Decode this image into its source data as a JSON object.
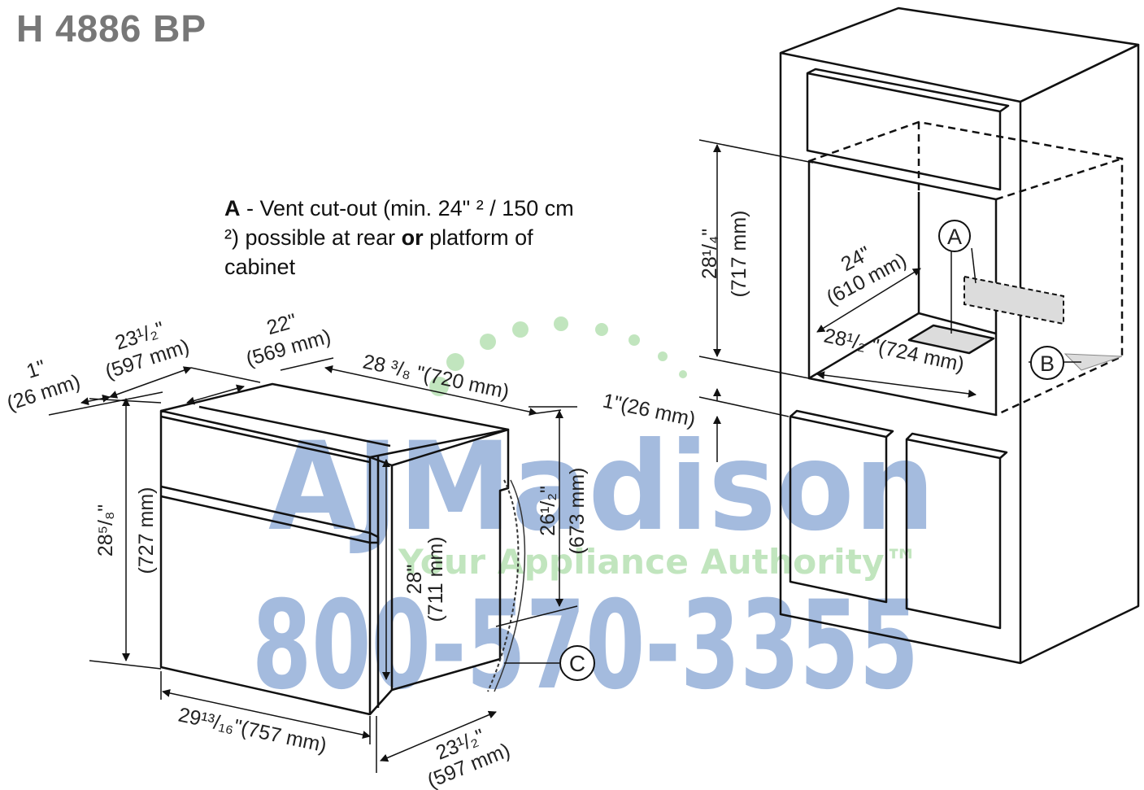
{
  "title": "H 4886 BP",
  "note": {
    "letter": "A",
    "part1": " - Vent cut-out (min. 24\" ² / 150 cm ²) possible at rear ",
    "bold_or": "or",
    "part2": " platform of cabinet"
  },
  "callouts": {
    "a": "A",
    "b": "B",
    "c": "C"
  },
  "oven_dims": {
    "d1": {
      "in": "1\"",
      "mm": "(26 mm)"
    },
    "d2": {
      "in": "23¹/₂\"",
      "mm": "(597 mm)"
    },
    "d3": {
      "in": "22\"",
      "mm": "(569 mm)"
    },
    "d4": {
      "text": "28 ³/₈ \"(720 mm)"
    },
    "d5": {
      "in": "28⁵/₈\"",
      "mm": "(727 mm)"
    },
    "d6": {
      "in": "28\"",
      "mm": "(711 mm)"
    },
    "d7": {
      "in": "26¹/₂\"",
      "mm": "(673 mm)"
    },
    "d8": {
      "text": "29¹³/₁₆\"(757 mm)"
    },
    "d9": {
      "in": "23¹/₂\"",
      "mm": "(597 mm)"
    }
  },
  "cabinet_dims": {
    "h": {
      "in": "28¹/₄\"",
      "mm": "(717 mm)"
    },
    "depth": {
      "in": "24\"",
      "mm": "(610 mm)"
    },
    "width": {
      "text": "28¹/₂ \"(724 mm)"
    },
    "gap": {
      "text": "1\"(26 mm)"
    }
  },
  "watermark": {
    "brand": "AJMadison",
    "tagline": "Your Appliance Authority™",
    "phone": "800-570-3355",
    "color_blue": "#5b84c4",
    "color_green": "#8fd18a"
  }
}
